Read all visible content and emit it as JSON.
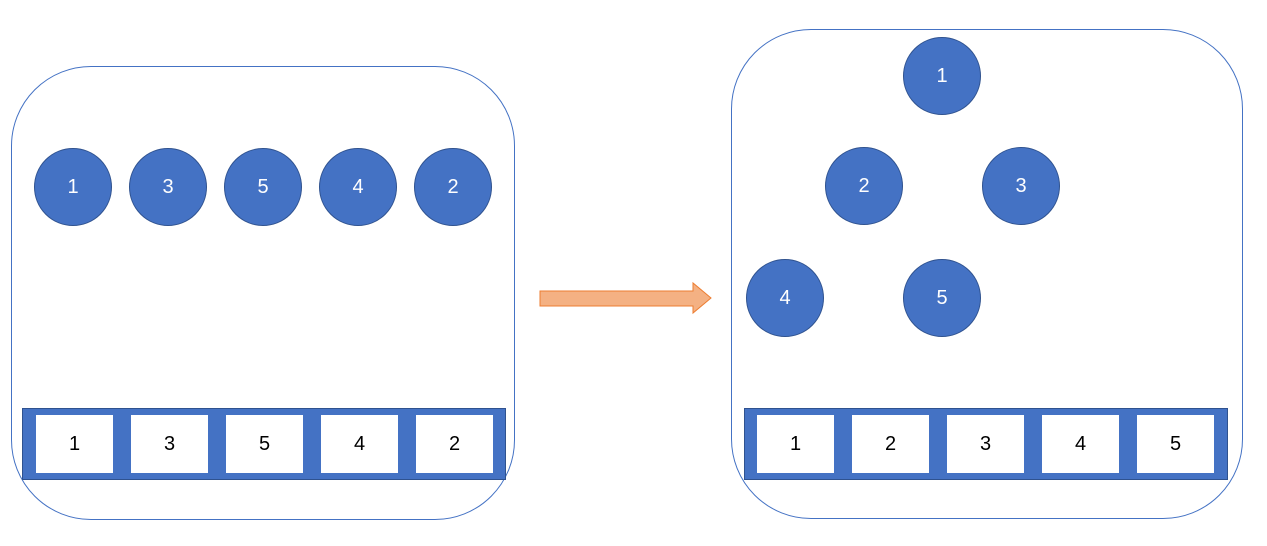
{
  "colors": {
    "panel_border": "#4472c4",
    "node_fill": "#4472c4",
    "node_text": "#ffffff",
    "array_fill": "#4472c4",
    "cell_fill": "#ffffff",
    "arrow_fill": "#f4b183",
    "arrow_border": "#ed7d31",
    "edge": "#4472c4"
  },
  "left": {
    "nodes": [
      "1",
      "3",
      "5",
      "4",
      "2"
    ],
    "array": [
      "1",
      "3",
      "5",
      "4",
      "2"
    ]
  },
  "right": {
    "tree": {
      "root": "1",
      "level2": [
        "2",
        "3"
      ],
      "level3": [
        "4",
        "5"
      ]
    },
    "array": [
      "1",
      "2",
      "3",
      "4",
      "5"
    ]
  },
  "arrow": {
    "direction": "right"
  }
}
